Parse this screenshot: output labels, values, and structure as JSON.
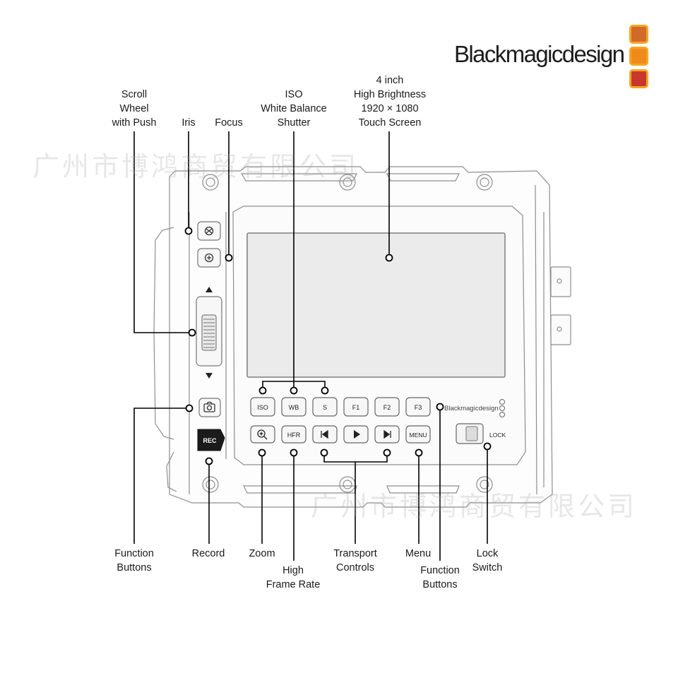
{
  "brand": {
    "name": "Blackmagicdesign",
    "colors": [
      "#d26a2a",
      "#f08a1c",
      "#c9372c"
    ],
    "square_border": "#f5a623"
  },
  "watermark": "广州市博鸿商贸有限公司",
  "labels": {
    "scroll_wheel": "Scroll\nWheel\nwith Push",
    "iris": "Iris",
    "focus": "Focus",
    "iso_wb_shutter": "ISO\nWhite Balance\nShutter",
    "screen": "4 inch\nHigh Brightness\n1920 × 1080\nTouch Screen",
    "function_buttons_left": "Function\nButtons",
    "record": "Record",
    "zoom": "Zoom",
    "high_frame_rate": "High\nFrame Rate",
    "transport_controls": "Transport\nControls",
    "menu": "Menu",
    "function_buttons_right": "Function\nButtons",
    "lock_switch": "Lock\nSwitch"
  },
  "device": {
    "buttons_row1": [
      "ISO",
      "WB",
      "S",
      "F1",
      "F2",
      "F3"
    ],
    "buttons_row2": [
      "HFR",
      "MENU"
    ],
    "rec_label": "REC",
    "lock_label": "LOCK",
    "small_logo": "Blackmagicdesign",
    "icons": [
      "iris-icon",
      "focus-icon",
      "camera-icon",
      "zoom-in-icon",
      "skip-back-icon",
      "play-icon",
      "skip-forward-icon",
      "arrow-up-icon",
      "arrow-down-icon"
    ]
  }
}
